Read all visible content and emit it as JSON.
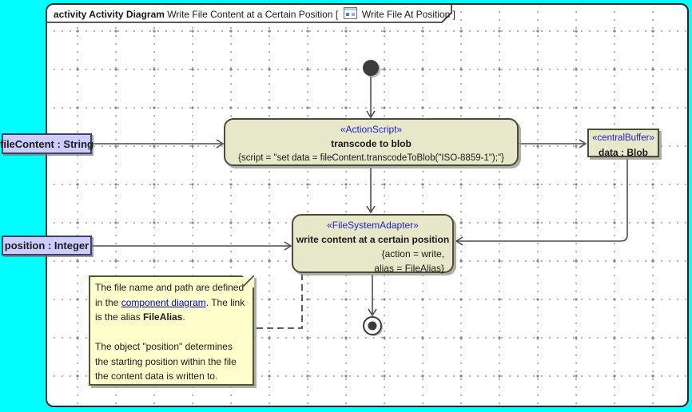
{
  "frame": {
    "keyword": "activity Activity Diagram",
    "title": "Write File Content at a Certain Position [",
    "ref_label": "Write File At Position ]",
    "icon": "diagram-icon"
  },
  "nodes": {
    "action_transcode": {
      "stereotype": "«ActionScript»",
      "name": "transcode to blob",
      "tag": "{script = \"set data = fileContent.transcodeToBlob(\"ISO-8859-1\");\"}"
    },
    "central_buffer": {
      "stereotype": "«centralBuffer»",
      "name": "data : Blob"
    },
    "action_write": {
      "stereotype": "«FileSystemAdapter»",
      "name": "write content at a certain position",
      "tag_line1": "{action = write,",
      "tag_line2": "alias = FileAlias}"
    },
    "object_filecontent": {
      "label": "fileContent : String"
    },
    "object_position": {
      "label": "position : Integer"
    }
  },
  "note": {
    "part1": "The file name and path are defined in the ",
    "link_text": "component diagram",
    "part2": ". The link is the alias ",
    "bold_text": "FileAlias",
    "part3": ".",
    "paragraph2": "The object \"position\" determines the starting position within the file the content data is written to."
  },
  "colors": {
    "canvas_background": "#00ffff",
    "node_fill": "#e7e7c9",
    "node_border": "#4b4b38",
    "stereotype_text": "#2323c8",
    "object_fill": "#ccccff",
    "note_fill": "#ffffcc",
    "link": "#0000dd",
    "wire": "#4d4d4d"
  }
}
